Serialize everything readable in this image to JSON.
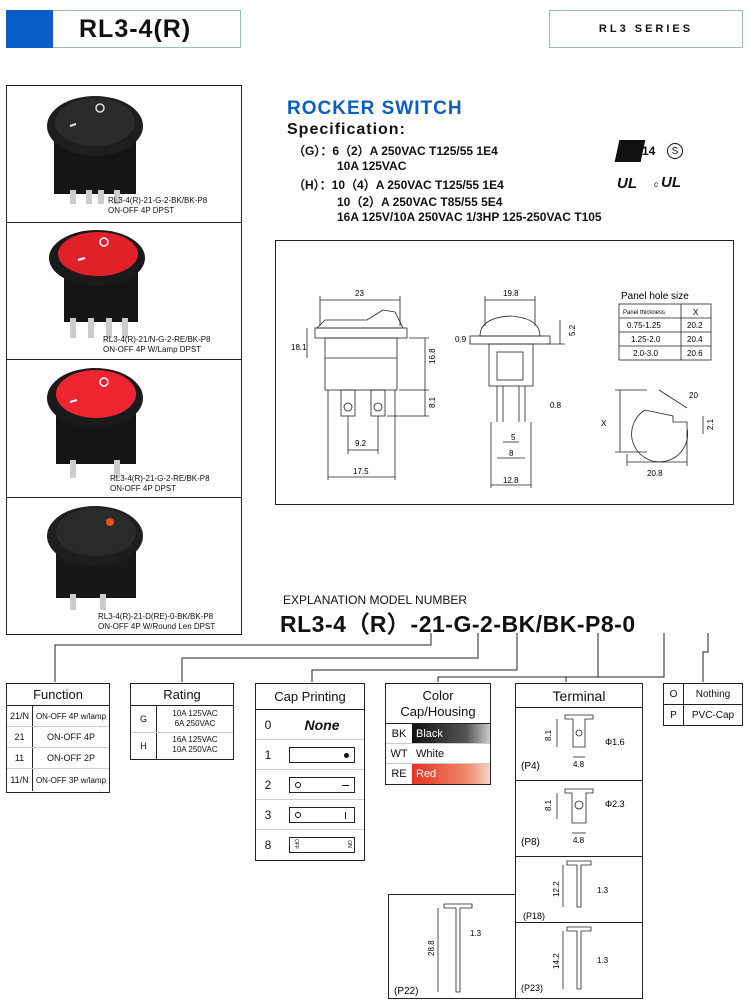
{
  "header": {
    "model_title": "RL3-4(R)",
    "series": "RL3 SERIES",
    "accent_color": "#0a5ec5"
  },
  "products": [
    {
      "code": "RL3-4(R)-21-G-2-BK/BK-P8",
      "desc": "ON-OFF 4P DPST",
      "body_color": "#1a1a1a",
      "cap_color": "#222222",
      "lamp": false
    },
    {
      "code": "RL3-4(R)-21/N-G-2-RE/BK-P8",
      "desc": "ON-OFF 4P W/Lamp DPST",
      "body_color": "#1a1a1a",
      "cap_color": "#e0212a",
      "lamp": false
    },
    {
      "code": "RL3-4(R)-21-G-2-RE/BK-P8",
      "desc": "ON-OFF 4P DPST",
      "body_color": "#1a1a1a",
      "cap_color": "#ee2530",
      "lamp": false
    },
    {
      "code": "RL3-4(R)-21-D(RE)-0-BK/BK-P8",
      "desc": "ON-OFF 4P W/Round Len DPST",
      "body_color": "#1a1a1a",
      "cap_color": "#222222",
      "lamp": true
    }
  ],
  "spec": {
    "heading": "ROCKER SWITCH",
    "subheading": "Specification:",
    "lines": [
      "（G）：6（2）A 250VAC T125/55 1E4",
      "10A 125VAC",
      "（H）：10（4）A 250VAC T125/55 1E4",
      "10（2）A 250VAC T85/55 5E4",
      "16A 125V/10A 250VAC 1/3HP 125-250VAC T105"
    ],
    "cert_enec": "14",
    "cert_s": "S",
    "cert_ul1": "UL",
    "cert_c": "c",
    "cert_ul2": "UL"
  },
  "drawing": {
    "front": {
      "width": "23",
      "height_left": "18.1",
      "body_h": "16.8",
      "term_h": "8.1",
      "pitch": "9.2",
      "span": "17.5"
    },
    "side": {
      "width": "19.8",
      "flange": "0.9",
      "cap": "5.2",
      "pin": "0.8",
      "pitch1": "5",
      "pitch2": "8",
      "span": "12.8"
    },
    "panel": {
      "title": "Panel hole size",
      "col1": "Panel thickness",
      "col2": "X",
      "rows": [
        [
          "0.75-1.25",
          "20.2"
        ],
        [
          "1.25-2.0",
          "20.4"
        ],
        [
          "2.0-3.0",
          "20.6"
        ]
      ]
    },
    "hole": {
      "dia": "20",
      "x": "X",
      "notch": "2.1",
      "width": "20.8"
    }
  },
  "explanation": {
    "label": "EXPLANATION MODEL NUMBER",
    "parts": [
      "RL3-4",
      "（R）",
      "-",
      "21",
      "-",
      "G",
      "-",
      "2",
      "-",
      "BK/BK",
      "-",
      "P8",
      "-",
      "0"
    ]
  },
  "function": {
    "title": "Function",
    "rows": [
      [
        "21/N",
        "ON-OFF 4P w/lamp"
      ],
      [
        "21",
        "ON-OFF 4P"
      ],
      [
        "11",
        "ON-OFF 2P"
      ],
      [
        "11/N",
        "ON-OFF 3P w/lamp"
      ]
    ]
  },
  "rating": {
    "title": "Rating",
    "rows": [
      [
        "G",
        "10A 125VAC",
        "6A 250VAC"
      ],
      [
        "H",
        "16A 125VAC",
        "10A 250VAC"
      ]
    ]
  },
  "cap_printing": {
    "title": "Cap Printing",
    "rows": [
      "0",
      "1",
      "2",
      "3",
      "8"
    ],
    "none_label": "None",
    "off_label": "OFF",
    "on_label": "ON"
  },
  "color": {
    "title_1": "Color",
    "title_2": "Cap/Housing",
    "rows": [
      [
        "BK",
        "Black"
      ],
      [
        "WT",
        "White"
      ],
      [
        "RE",
        "Red"
      ]
    ]
  },
  "terminal": {
    "title": "Terminal",
    "p4": {
      "code": "(P4)",
      "h": "8.1",
      "hole": "Φ1.6",
      "w": "4.8"
    },
    "p8": {
      "code": "(P8)",
      "h": "8.1",
      "hole": "Φ2.3",
      "w": "4.8"
    },
    "p18": {
      "code": "(P18)",
      "h": "12.2",
      "t": "1.3"
    },
    "p22": {
      "code": "(P22)",
      "h": "28.8",
      "t": "1.3"
    },
    "p23": {
      "code": "(P23)",
      "h": "14.2",
      "t": "1.3"
    }
  },
  "lens": {
    "rows": [
      [
        "O",
        "Nothing"
      ],
      [
        "P",
        "PVC-Cap"
      ]
    ]
  }
}
